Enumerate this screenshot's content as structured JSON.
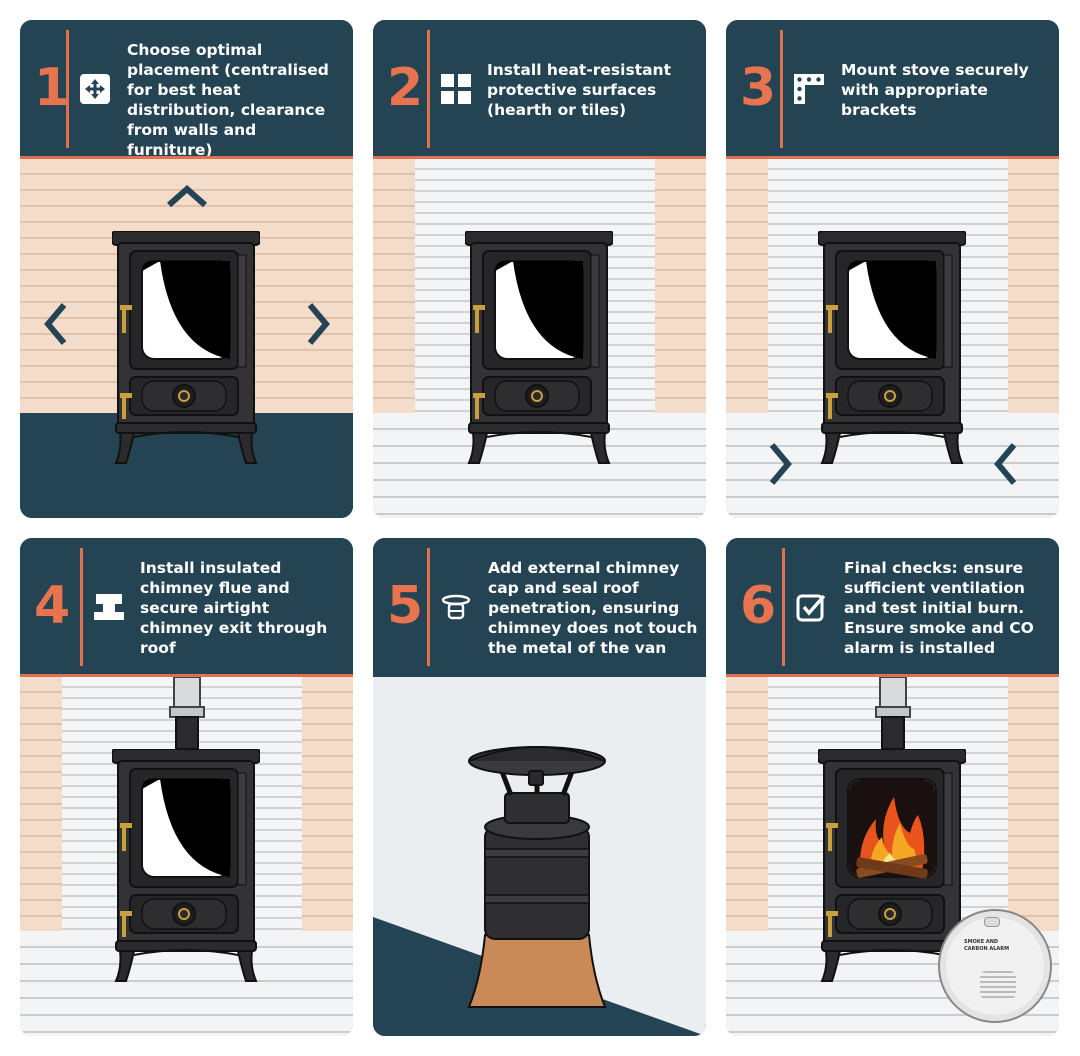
{
  "steps": [
    {
      "number": "1",
      "icon": "move-arrows-icon",
      "text": "Choose optimal placement (centralised for best heat distribution, clearance from walls and furniture)"
    },
    {
      "number": "2",
      "icon": "grid-squares-icon",
      "text": "Install heat-resistant protective surfaces (hearth or tiles)"
    },
    {
      "number": "3",
      "icon": "bracket-icon",
      "text": "Mount stove securely with appropriate brackets"
    },
    {
      "number": "4",
      "icon": "flue-icon",
      "text": "Install insulated chimney flue and secure airtight chimney exit through roof"
    },
    {
      "number": "5",
      "icon": "chimney-cap-icon",
      "text": "Add external chimney cap and seal roof penetration, ensuring chimney does not touch the metal of the van"
    },
    {
      "number": "6",
      "icon": "checkbox-icon",
      "text": "Final checks: ensure sufficient ventilation and test initial burn. Ensure smoke and CO alarm is installed"
    }
  ],
  "alarm": {
    "line1": "SMOKE AND",
    "line2": "CARBON ALARM"
  },
  "colors": {
    "navy": "#244453",
    "accent": "#e8744f",
    "wood": "#f3dcc9"
  }
}
